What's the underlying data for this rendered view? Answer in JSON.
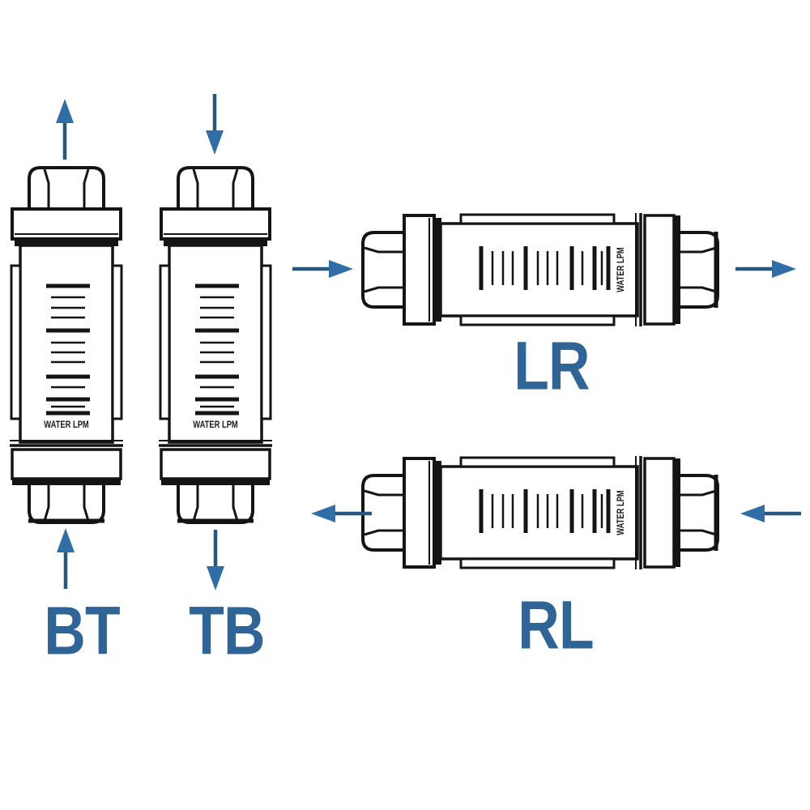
{
  "diagram": {
    "background_color": "#ffffff",
    "line_color": "#141414",
    "arrow_shaft_color": "#27567f",
    "arrow_head_color": "#2f6ea6",
    "label_color": "#2e6496",
    "gauge_text": "WATER LPM",
    "orientations": [
      {
        "code": "BT",
        "layout": "vertical",
        "flow_direction": "bottom-to-top",
        "arrow_icons": [
          "up-arrow-above-meter",
          "up-arrow-below-meter"
        ]
      },
      {
        "code": "TB",
        "layout": "vertical",
        "flow_direction": "top-to-bottom",
        "arrow_icons": [
          "down-arrow-above-meter",
          "down-arrow-below-meter"
        ]
      },
      {
        "code": "LR",
        "layout": "horizontal",
        "flow_direction": "left-to-right",
        "arrow_icons": [
          "right-arrow-left-of-meter",
          "right-arrow-right-of-meter"
        ]
      },
      {
        "code": "RL",
        "layout": "horizontal",
        "flow_direction": "right-to-left",
        "arrow_icons": [
          "left-arrow-left-of-meter",
          "left-arrow-right-of-meter"
        ]
      }
    ]
  }
}
